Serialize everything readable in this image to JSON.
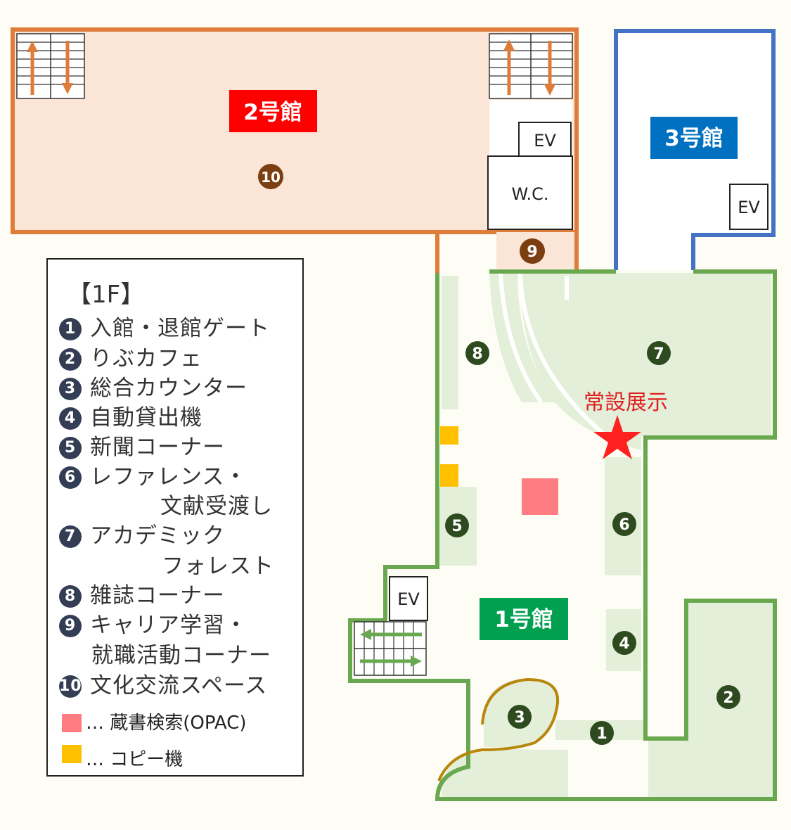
{
  "colors": {
    "bldg1": "#6aa84f",
    "bldg1_fill": "#e3efd8",
    "bldg2": "#e07c3a",
    "bldg2_fill": "#fbe5d6",
    "bldg3": "#4472c4",
    "badge_red": "#ff0000",
    "badge_blue": "#0070c0",
    "badge_green": "#00a050",
    "opac": "#ff7c80",
    "copier": "#ffc000",
    "star": "#ff2020",
    "num_green": "#2e4a1f",
    "num_brown": "#7b3e10",
    "counter": "#b8860b"
  },
  "buildings": {
    "b1": "1号館",
    "b2": "2号館",
    "b3": "3号館"
  },
  "facilities": {
    "ev": "EV",
    "wc": "W.C."
  },
  "exhibit_label": "常設展示",
  "markers": {
    "m1": "1",
    "m2": "2",
    "m3": "3",
    "m4": "4",
    "m5": "5",
    "m6": "6",
    "m7": "7",
    "m8": "8",
    "m9": "9",
    "m10": "10"
  },
  "legend": {
    "title": "【1F】",
    "items": [
      {
        "num": "1",
        "label": "入館・退館ゲート"
      },
      {
        "num": "2",
        "label": "りぶカフェ"
      },
      {
        "num": "3",
        "label": "総合カウンター"
      },
      {
        "num": "4",
        "label": "自動貸出機"
      },
      {
        "num": "5",
        "label": "新聞コーナー"
      },
      {
        "num": "6",
        "label": "レファレンス・",
        "cont": "文献受渡し"
      },
      {
        "num": "7",
        "label": "アカデミック",
        "cont": "フォレスト"
      },
      {
        "num": "8",
        "label": "雑誌コーナー"
      },
      {
        "num": "9",
        "label": "キャリア学習・",
        "cont": "就職活動コーナー"
      },
      {
        "num": "10",
        "label": "文化交流スペース"
      }
    ],
    "opac_label": "… 蔵書検索(OPAC)",
    "copier_label": "… コピー機"
  }
}
